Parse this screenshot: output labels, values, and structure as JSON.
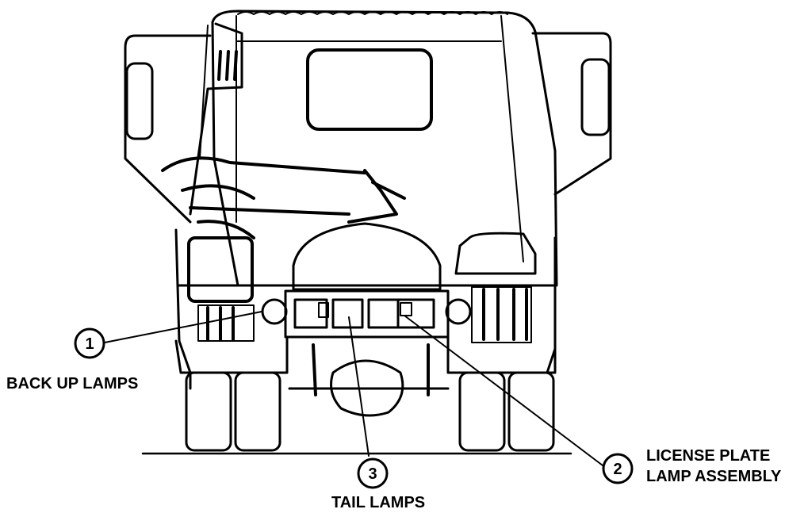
{
  "callouts": [
    {
      "number": "1",
      "label": "BACK UP LAMPS"
    },
    {
      "number": "2",
      "label_line1": "LICENSE PLATE",
      "label_line2": "LAMP ASSEMBLY"
    },
    {
      "number": "3",
      "label": "TAIL LAMPS"
    }
  ],
  "colors": {
    "ink": "#000000",
    "background": "#ffffff"
  }
}
